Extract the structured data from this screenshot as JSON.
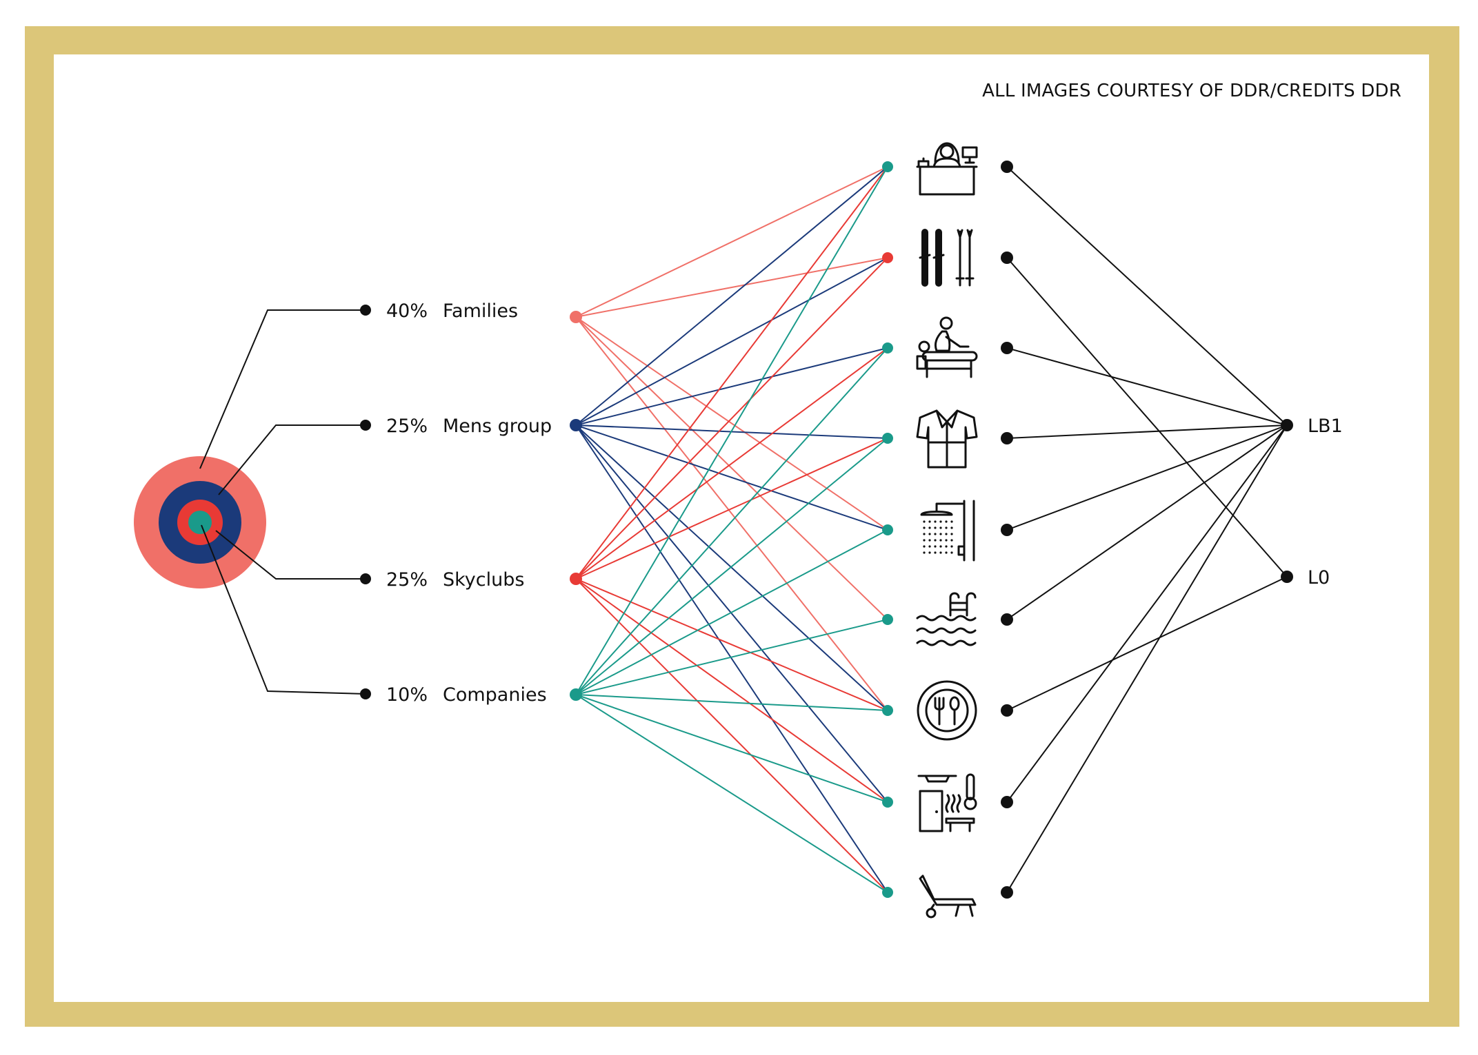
{
  "credit": "ALL IMAGES COURTESY OF DDR/CREDITS DDR",
  "colors": {
    "frame": "#dcc679",
    "families": "#f07068",
    "mens_group": "#1b3a7a",
    "skyclubs": "#e83a35",
    "companies": "#1a9a8a",
    "facility_dot": "#1a9a8a",
    "ink": "#111111"
  },
  "segments": [
    {
      "id": "families",
      "percent": "40%",
      "name": "Families",
      "color": "#f07068"
    },
    {
      "id": "mens",
      "percent": "25%",
      "name": "Mens group",
      "color": "#1b3a7a"
    },
    {
      "id": "skyclubs",
      "percent": "25%",
      "name": "Skyclubs",
      "color": "#e83a35"
    },
    {
      "id": "companies",
      "percent": "10%",
      "name": "Companies",
      "color": "#1a9a8a"
    }
  ],
  "facilities": [
    {
      "id": "reception",
      "icon": "reception-desk-icon",
      "dot_color": "#1a9a8a"
    },
    {
      "id": "ski",
      "icon": "ski-equipment-icon",
      "dot_color": "#e83a35"
    },
    {
      "id": "massage",
      "icon": "massage-icon",
      "dot_color": "#1a9a8a"
    },
    {
      "id": "bathrobe",
      "icon": "bathrobe-icon",
      "dot_color": "#1a9a8a"
    },
    {
      "id": "shower",
      "icon": "shower-icon",
      "dot_color": "#1a9a8a"
    },
    {
      "id": "pool",
      "icon": "swimming-pool-icon",
      "dot_color": "#1a9a8a"
    },
    {
      "id": "dining",
      "icon": "dining-icon",
      "dot_color": "#1a9a8a"
    },
    {
      "id": "sauna",
      "icon": "sauna-icon",
      "dot_color": "#1a9a8a"
    },
    {
      "id": "lounger",
      "icon": "sun-lounger-icon",
      "dot_color": "#1a9a8a"
    }
  ],
  "levels": [
    {
      "id": "LB1",
      "label": "LB1"
    },
    {
      "id": "L0",
      "label": "L0"
    }
  ],
  "segment_links": {
    "families": [
      "reception",
      "ski",
      "shower",
      "dining",
      "pool"
    ],
    "mens": [
      "reception",
      "ski",
      "massage",
      "bathrobe",
      "shower",
      "dining",
      "sauna",
      "lounger"
    ],
    "skyclubs": [
      "reception",
      "ski",
      "massage",
      "bathrobe",
      "dining",
      "sauna",
      "lounger"
    ],
    "companies": [
      "reception",
      "massage",
      "bathrobe",
      "shower",
      "pool",
      "dining",
      "sauna",
      "lounger"
    ]
  },
  "level_links": {
    "reception": "LB1",
    "ski": "L0",
    "massage": "LB1",
    "bathrobe": "LB1",
    "shower": "LB1",
    "pool": "LB1",
    "dining": "L0",
    "sauna": "LB1",
    "lounger": "LB1"
  }
}
